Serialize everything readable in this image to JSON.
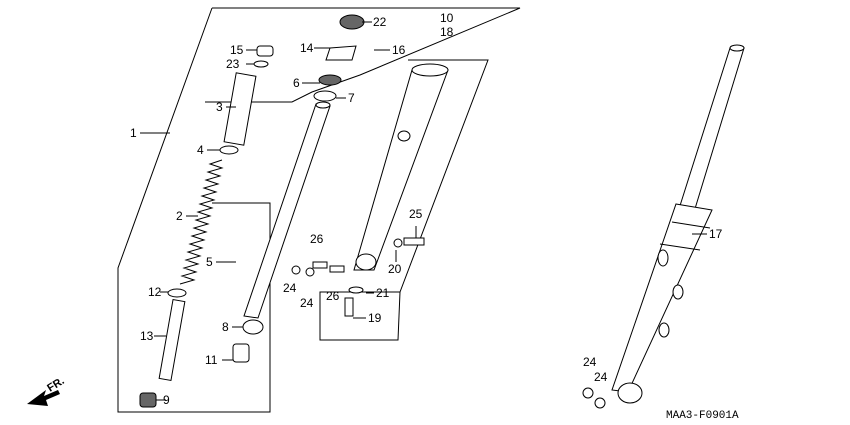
{
  "labels": {
    "l1": "1",
    "l2": "2",
    "l3": "3",
    "l4": "4",
    "l5": "5",
    "l6": "6",
    "l7": "7",
    "l8": "8",
    "l9": "9",
    "l10": "10",
    "l11": "11",
    "l12": "12",
    "l13": "13",
    "l14": "14",
    "l15": "15",
    "l16": "16",
    "l17": "17",
    "l18": "18",
    "l19": "19",
    "l20": "20",
    "l21": "21",
    "l22": "22",
    "l23": "23",
    "l24a": "24",
    "l24b": "24",
    "l24c": "24",
    "l24d": "24",
    "l25": "25",
    "l26a": "26",
    "l26b": "26"
  },
  "direction_label": "FR.",
  "diagram_code": "MAA3-F0901A"
}
